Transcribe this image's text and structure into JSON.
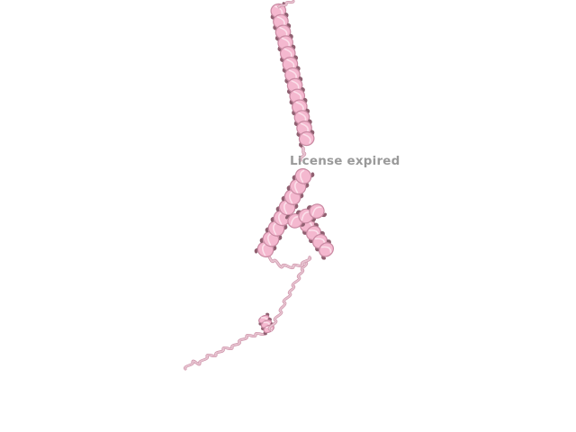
{
  "viewer": {
    "watermark_text": "License expired",
    "watermark_color": "#9a9a9a",
    "background_color": "#ffffff"
  },
  "structure": {
    "representation": "cartoon",
    "ribbon_color": "#f4b8cf",
    "ribbon_shadow_color": "#c98aa2",
    "ribbon_dark_color": "#8f5f70",
    "coil_color": "#e7c3d0",
    "secondary_elements": [
      "long-helix",
      "short-helix-a",
      "short-helix-b",
      "small-helix",
      "coil-tail"
    ]
  }
}
